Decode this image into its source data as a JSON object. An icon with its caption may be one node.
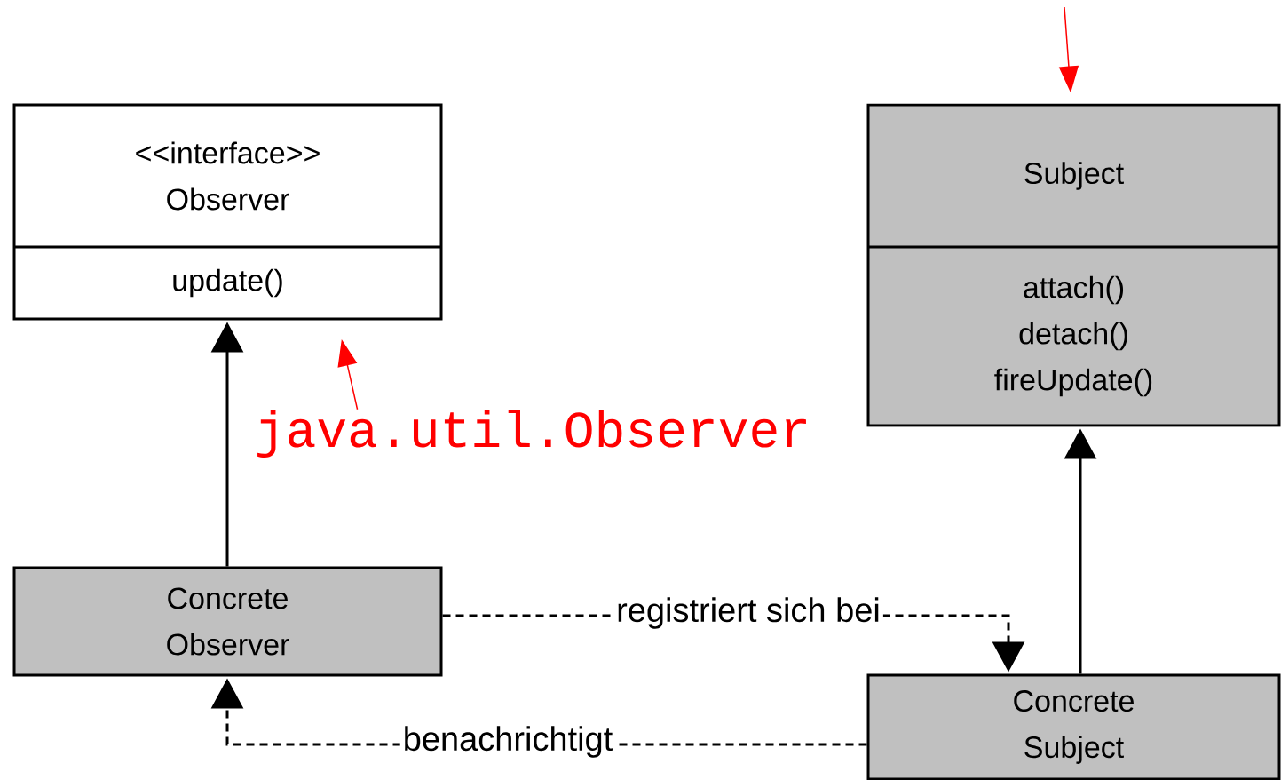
{
  "diagram": {
    "nodes": [
      {
        "text": [
          "<<interface>> Observer",
          "update()"
        ]
      },
      {
        "text": [
          "Subject",
          "attach() detach() fireUpdate()"
        ]
      },
      {
        "text": [
          "java.util.Observer"
        ]
      },
      {
        "text": [
          "Concrete Observer"
        ]
      },
      {
        "text": [
          "Concrete Subject"
        ]
      }
    ],
    "edges": [
      {
        "from": null,
        "to": 1,
        "arrow": "to",
        "color": "#ff0000"
      },
      {
        "from": 2,
        "to": 0,
        "arrow": "to",
        "color": "#ff0000"
      },
      {
        "from": 3,
        "to": 0,
        "arrow": "to"
      },
      {
        "from": 4,
        "to": 1,
        "arrow": "to"
      },
      {
        "from": 3,
        "to": 4,
        "arrow": "to",
        "style": "dashed",
        "label": "registriert sich bei"
      },
      {
        "from": 4,
        "to": 3,
        "arrow": "to",
        "style": "dashed",
        "label": "benachrichtigt"
      }
    ]
  }
}
